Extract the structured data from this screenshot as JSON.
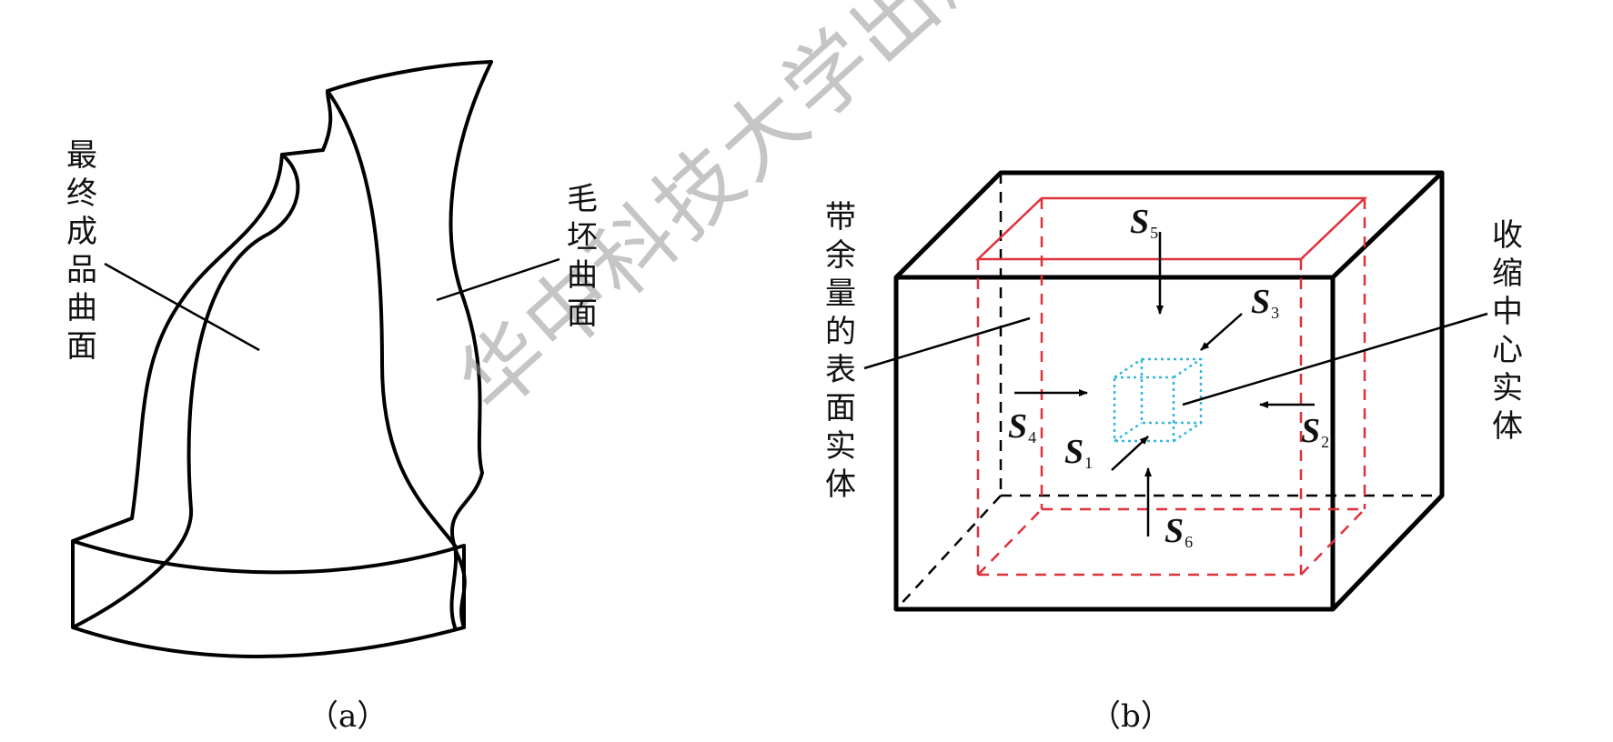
{
  "figure_a": {
    "caption": "（a）",
    "label_final_surface": "最终成品曲面",
    "label_blank_surface": "毛坯曲面"
  },
  "figure_b": {
    "caption": "（b）",
    "label_allowance_surface": "带余量的表面实体",
    "label_shrink_center": "收缩中心实体",
    "s_labels": [
      {
        "main": "S",
        "sub": "1"
      },
      {
        "main": "S",
        "sub": "2"
      },
      {
        "main": "S",
        "sub": "3"
      },
      {
        "main": "S",
        "sub": "4"
      },
      {
        "main": "S",
        "sub": "5"
      },
      {
        "main": "S",
        "sub": "6"
      }
    ]
  },
  "watermark": "华中科技大学出版社",
  "colors": {
    "line": "#000000",
    "allowance_box": "#e0303a",
    "center_solid": "#35b6e0",
    "watermark": "#969696"
  }
}
